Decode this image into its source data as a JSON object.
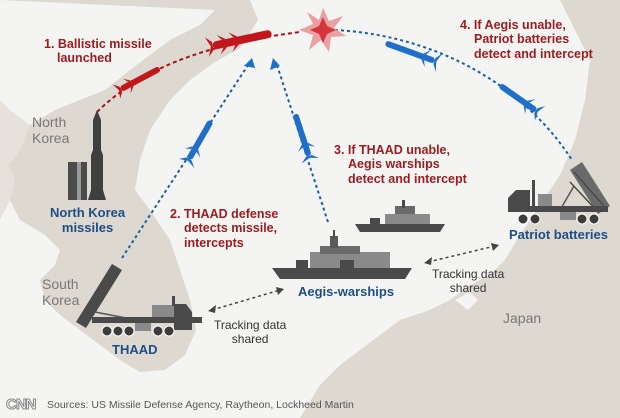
{
  "colors": {
    "land": "#ddd8d0",
    "sea": "#f4f4f3",
    "threat_red": "#c0161c",
    "interceptor_blue": "#1f6fc9",
    "step_text": "#9b1b1f",
    "unit_text": "#1d4f86",
    "vehicle_gray": "#5a5a5a"
  },
  "countries": {
    "north_korea": [
      "North",
      "Korea"
    ],
    "south_korea": [
      "South",
      "Korea"
    ],
    "japan": "Japan"
  },
  "steps": {
    "step1": [
      "1. Ballistic missile",
      "launched"
    ],
    "step2": [
      "2. THAAD defense",
      "detects missile,",
      "intercepts"
    ],
    "step3": [
      "3. If THAAD unable,",
      "Aegis warships",
      "detect and intercept"
    ],
    "step4": [
      "4. If Aegis unable,",
      "Patriot batteries",
      "detect and intercept"
    ]
  },
  "units": {
    "nk_missiles": [
      "North Korea",
      "missiles"
    ],
    "thaad": "THAAD",
    "aegis": "Aegis-warships",
    "patriot": "Patriot batteries"
  },
  "notes": {
    "tracking_left": [
      "Tracking data",
      "shared"
    ],
    "tracking_right": [
      "Tracking data",
      "shared"
    ]
  },
  "footer": {
    "logo": "CNN",
    "sources": "Sources: US Missile Defense Agency, Raytheon, Lockheed Martin"
  },
  "icons": {
    "explosion": "explosion-icon",
    "ballistic_missile": "ballistic-missile-icon",
    "interceptor": "interceptor-missile-icon",
    "launcher_truck": "launcher-truck-icon",
    "warship": "warship-icon"
  }
}
